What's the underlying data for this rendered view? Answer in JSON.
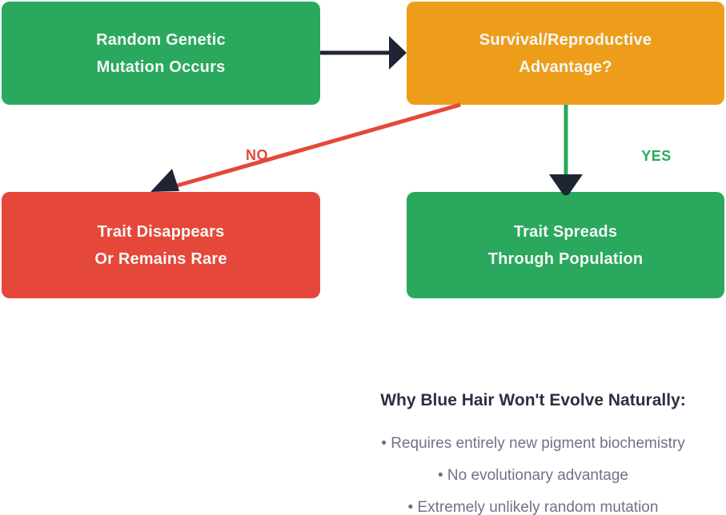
{
  "flowchart": {
    "nodes": [
      {
        "id": "mutation",
        "line1": "Random Genetic",
        "line2": "Mutation Occurs"
      },
      {
        "id": "advantage",
        "line1": "Survival/Reproductive",
        "line2": "Advantage?"
      },
      {
        "id": "disappears",
        "line1": "Trait Disappears",
        "line2": "Or Remains Rare"
      },
      {
        "id": "spreads",
        "line1": "Trait Spreads",
        "line2": "Through Population"
      }
    ],
    "no_label": "NO",
    "yes_label": "YES"
  },
  "footer": {
    "title": "Why Blue Hair Won't Evolve Naturally:",
    "bullets": [
      "• Requires entirely new pigment biochemistry",
      "• No evolutionary advantage",
      "• Extremely unlikely random mutation"
    ]
  },
  "colors": {
    "green": "#2aa85e",
    "orange": "#ee9d1b",
    "red": "#e5483a",
    "navy": "#1f2534",
    "heading": "#2b3040",
    "bullet_text": "#6e7387",
    "node_text": "#f4f8f6",
    "background": "#ffffff"
  }
}
